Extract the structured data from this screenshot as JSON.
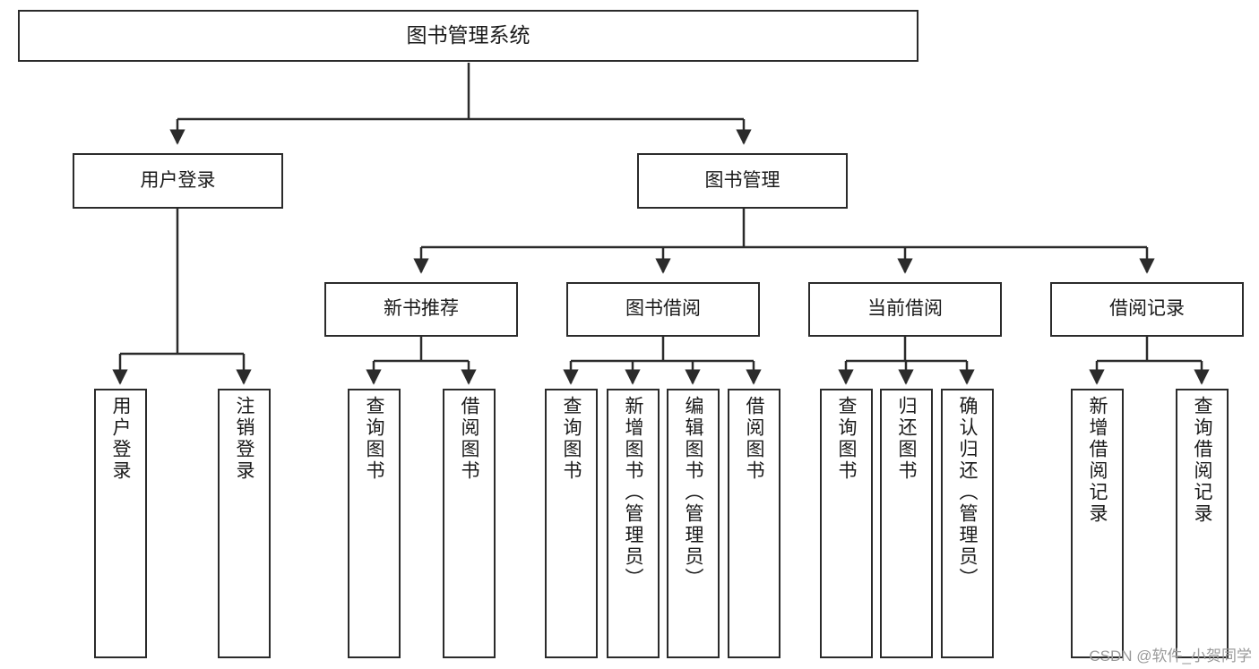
{
  "diagram": {
    "title": "图书管理系统",
    "watermark": "CSDN @软件_小贺同学",
    "line_color": "#2b2b2b",
    "box_fill": "#ffffff",
    "text_color": "#1a1a1a",
    "watermark_color": "#9a9a9a"
  },
  "nodes": {
    "root": {
      "label": "图书管理系统"
    },
    "level1": [
      {
        "label": "用户登录"
      },
      {
        "label": "图书管理"
      }
    ],
    "level2": [
      {
        "label": "新书推荐"
      },
      {
        "label": "图书借阅"
      },
      {
        "label": "当前借阅"
      },
      {
        "label": "借阅记录"
      }
    ],
    "leaves": {
      "user_login": [
        {
          "label": "用户登录"
        },
        {
          "label": "注销登录"
        }
      ],
      "new_book_recommend": [
        {
          "label": "查询图书"
        },
        {
          "label": "借阅图书"
        }
      ],
      "book_borrow": [
        {
          "label": "查询图书"
        },
        {
          "label": "新增图书（管理员）"
        },
        {
          "label": "编辑图书（管理员）"
        },
        {
          "label": "借阅图书"
        }
      ],
      "current_borrow": [
        {
          "label": "查询图书"
        },
        {
          "label": "归还图书"
        },
        {
          "label": "确认归还（管理员）"
        }
      ],
      "borrow_record": [
        {
          "label": "新增借阅记录"
        },
        {
          "label": "查询借阅记录"
        }
      ]
    }
  }
}
